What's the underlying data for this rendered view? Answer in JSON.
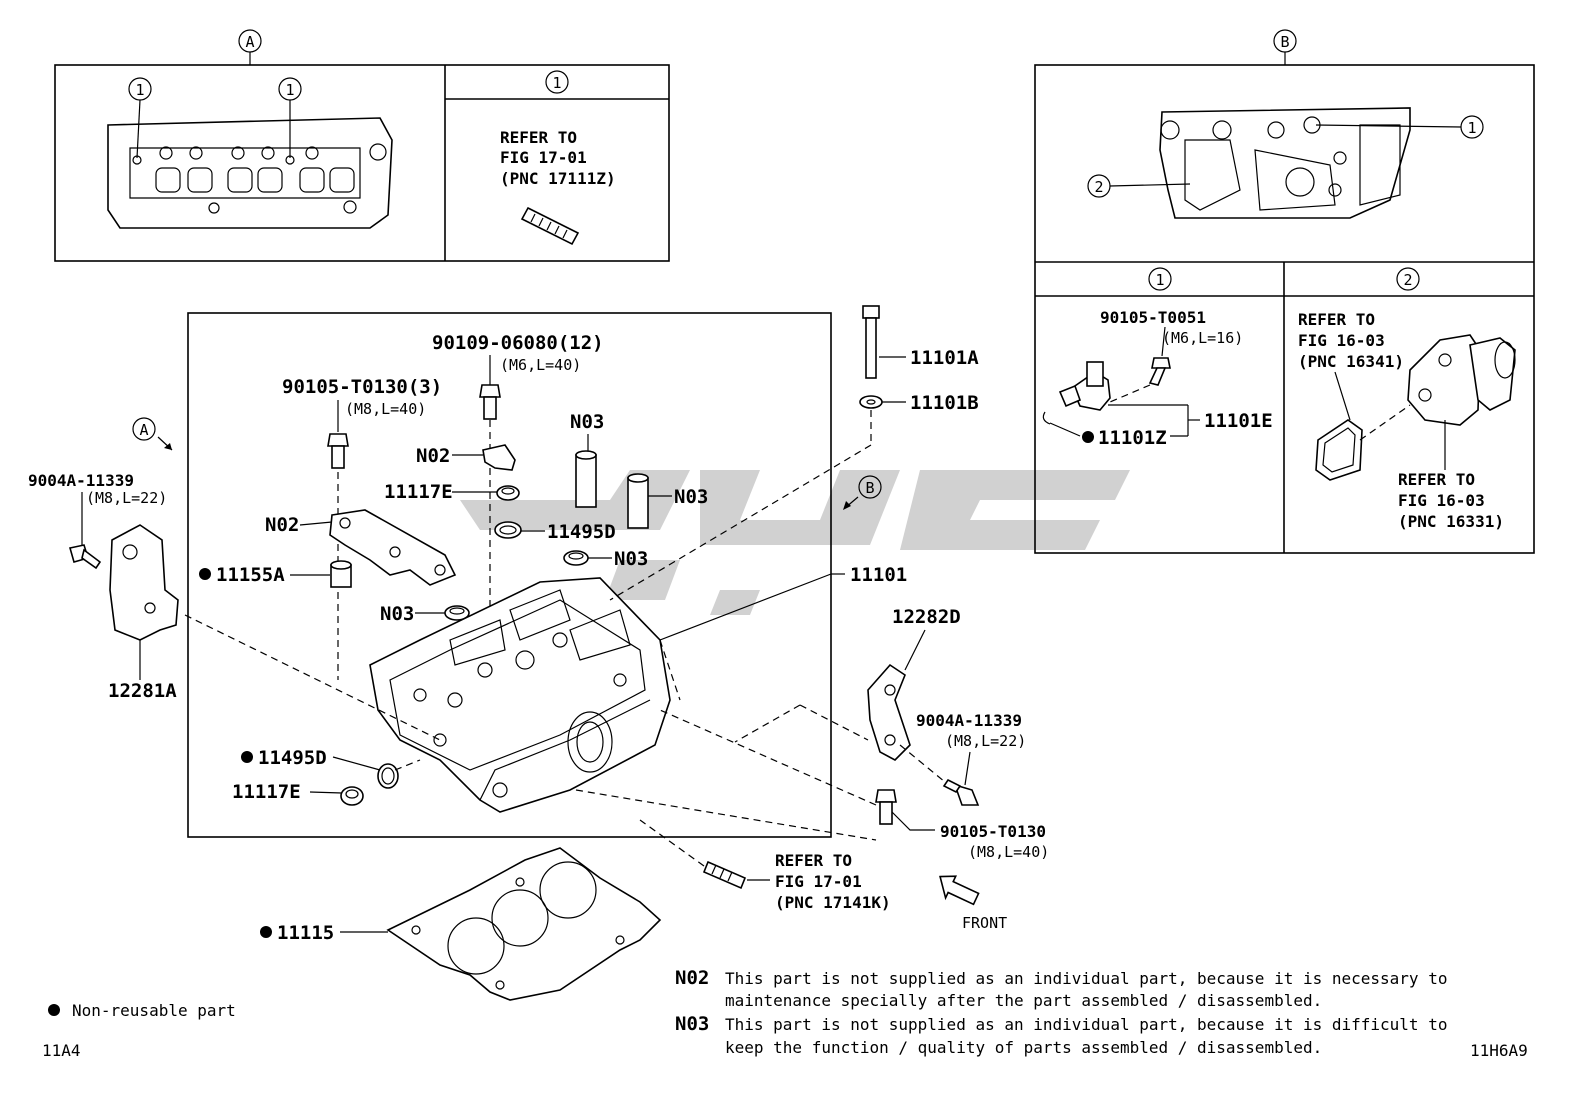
{
  "detail_a": {
    "marker": "A",
    "callout": "1",
    "col_header": "1",
    "refer": [
      "REFER TO",
      "FIG 17-01",
      "(PNC 17111Z)"
    ]
  },
  "detail_b": {
    "marker": "B",
    "callout_1": "1",
    "callout_2": "2",
    "col1_header": "1",
    "col2_header": "2",
    "part_90105_t0051": "90105-T0051",
    "part_90105_t0051_spec": "(M6,L=16)",
    "part_11101e": "11101E",
    "part_11101z": "11101Z",
    "refer_16341": [
      "REFER TO",
      "FIG 16-03",
      "(PNC 16341)"
    ],
    "refer_16331": [
      "REFER TO",
      "FIG 16-03",
      "(PNC 16331)"
    ]
  },
  "main": {
    "part_90109": "90109-06080(12)",
    "part_90109_spec": "(M6,L=40)",
    "part_90105_t0130_3": "90105-T0130(3)",
    "part_90105_t0130_3_spec": "(M8,L=40)",
    "n03_a": "N03",
    "n02_a": "N02",
    "part_11117e_top": "11117E",
    "n03_b": "N03",
    "n02_b": "N02",
    "part_11495d_top": "11495D",
    "n03_c": "N03",
    "part_11155a": "11155A",
    "n03_d": "N03",
    "part_11495d_bot": "11495D",
    "part_11117e_bot": "11117E",
    "part_11101a": "11101A",
    "part_11101b": "11101B",
    "part_11101": "11101",
    "marker_a": "A",
    "marker_b": "B",
    "part_9004a_left": "9004A-11339",
    "part_9004a_left_spec": "(M8,L=22)",
    "part_12281a": "12281A",
    "part_12282d": "12282D",
    "part_9004a_right": "9004A-11339",
    "part_9004a_right_spec": "(M8,L=22)",
    "part_90105_t0130": "90105-T0130",
    "part_90105_t0130_spec": "(M8,L=40)",
    "refer_17141k": [
      "REFER TO",
      "FIG 17-01",
      "(PNC 17141K)"
    ],
    "front_label": "FRONT",
    "part_11115": "11115"
  },
  "legend": {
    "non_reusable": "Non-reusable part",
    "n02_code": "N02",
    "n02_text_1": "This part is not supplied as an individual part, because it is necessary to",
    "n02_text_2": "maintenance specially after the part assembled / disassembled.",
    "n03_code": "N03",
    "n03_text_1": "This part is not supplied as an individual part, because it is difficult to",
    "n03_text_2": "keep the function / quality of parts assembled / disassembled."
  },
  "footer": {
    "left_code": "11A4",
    "right_code": "11H6A9"
  },
  "icons": [
    "filled-dot-non-reusable-icon",
    "front-arrow-icon",
    "circled-letter-icon",
    "circled-number-icon"
  ]
}
